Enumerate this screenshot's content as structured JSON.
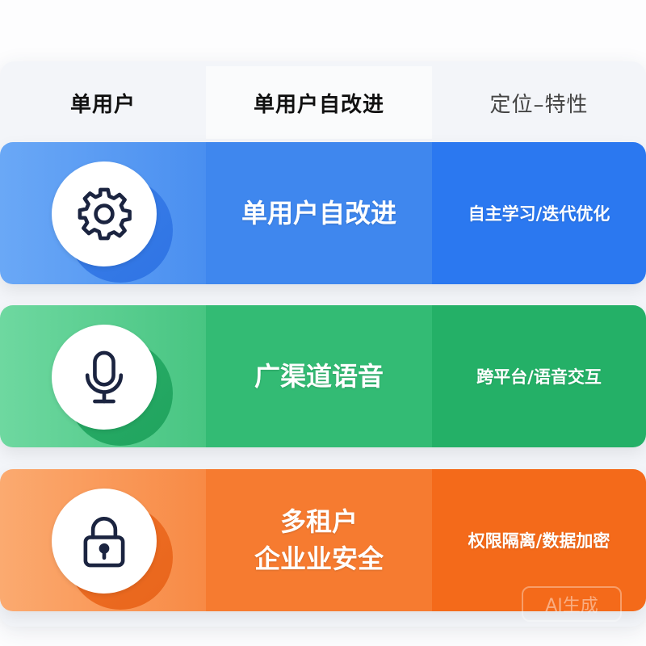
{
  "header": {
    "col1": "单用户",
    "col2": "单用户自改进",
    "col3": "定位–特性"
  },
  "rows": [
    {
      "icon": "gear-icon",
      "title_lines": [
        "单用户自改进"
      ],
      "feature": "自主学习/迭代优化",
      "color": "#3f87ee"
    },
    {
      "icon": "microphone-icon",
      "title_lines": [
        "广渠道语音"
      ],
      "feature": "跨平台/语音交互",
      "color": "#33bb74"
    },
    {
      "icon": "lock-icon",
      "title_lines": [
        "多租户",
        "企业业安全"
      ],
      "feature": "权限隔离/数据加密",
      "color": "#f67b30"
    }
  ],
  "watermark": "AI生成",
  "colors": {
    "icon_stroke": "#1b2440",
    "blue": "#3f87ee",
    "green": "#33bb74",
    "orange": "#f67b30"
  }
}
